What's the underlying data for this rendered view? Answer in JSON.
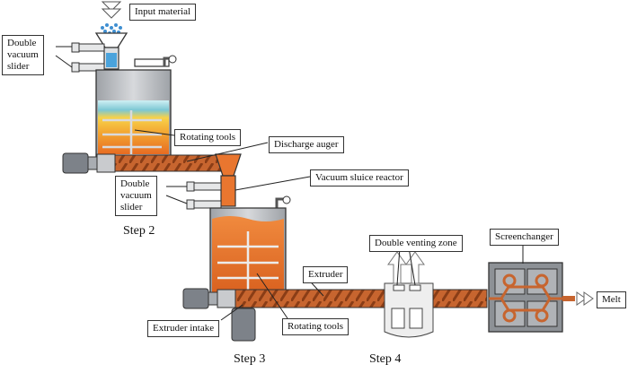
{
  "labels": {
    "input_material": "Input material",
    "double_vacuum_slider_1": [
      "Double",
      "vacuum",
      "slider"
    ],
    "rotating_tools_1": "Rotating tools",
    "discharge_auger": "Discharge auger",
    "double_vacuum_slider_2": [
      "Double",
      "vacuum",
      "slider"
    ],
    "vacuum_sluice_reactor": "Vacuum sluice reactor",
    "double_venting_zone": "Double venting zone",
    "screenchanger": "Screenchanger",
    "extruder": "Extruder",
    "melt": "Melt",
    "extruder_intake": "Extruder intake",
    "rotating_tools_2": "Rotating tools"
  },
  "steps": {
    "step2": "Step 2",
    "step3": "Step 3",
    "step4": "Step 4"
  },
  "colors": {
    "steel": "#b9bcc0",
    "steel_dark": "#8d9196",
    "orange": "#e9762f",
    "orange_dark": "#c65a1c",
    "yellow": "#f6c431",
    "teal": "#5db7c9",
    "screw": "#b5582a",
    "motor": "#7d8289",
    "outline": "#333333"
  }
}
